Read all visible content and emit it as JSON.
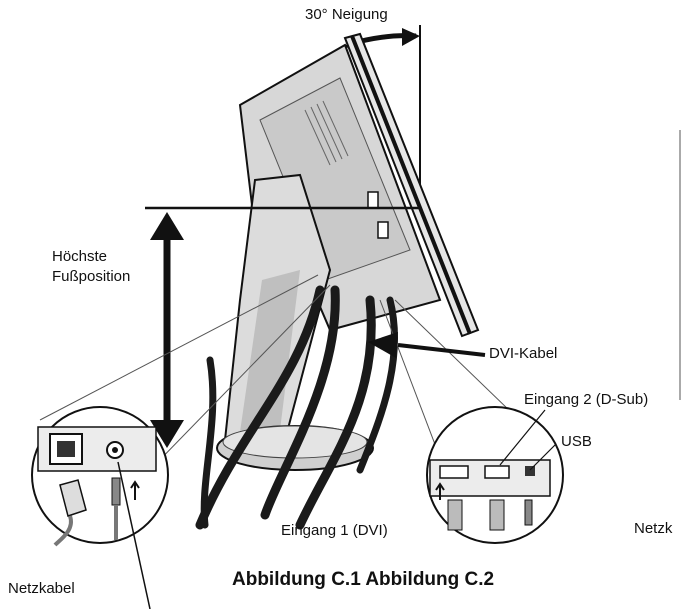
{
  "labels": {
    "tilt": "30° Neigung",
    "highest_position_line1": "Höchste",
    "highest_position_line2": "Fußposition",
    "dvi_cable": "DVI-Kabel",
    "input2": "Eingang 2 (D-Sub)",
    "usb": "USB",
    "input1": "Eingang 1 (DVI)",
    "power_cable_left": "Netzkabel",
    "power_cable_right_cut": "Netzk"
  },
  "caption": "Abbildung C.1 Abbildung C.2",
  "colors": {
    "line": "#111111",
    "monitor_fill": "#e8e8e8",
    "stand_fill": "#dcdcdc",
    "cable": "#1a1a1a"
  }
}
